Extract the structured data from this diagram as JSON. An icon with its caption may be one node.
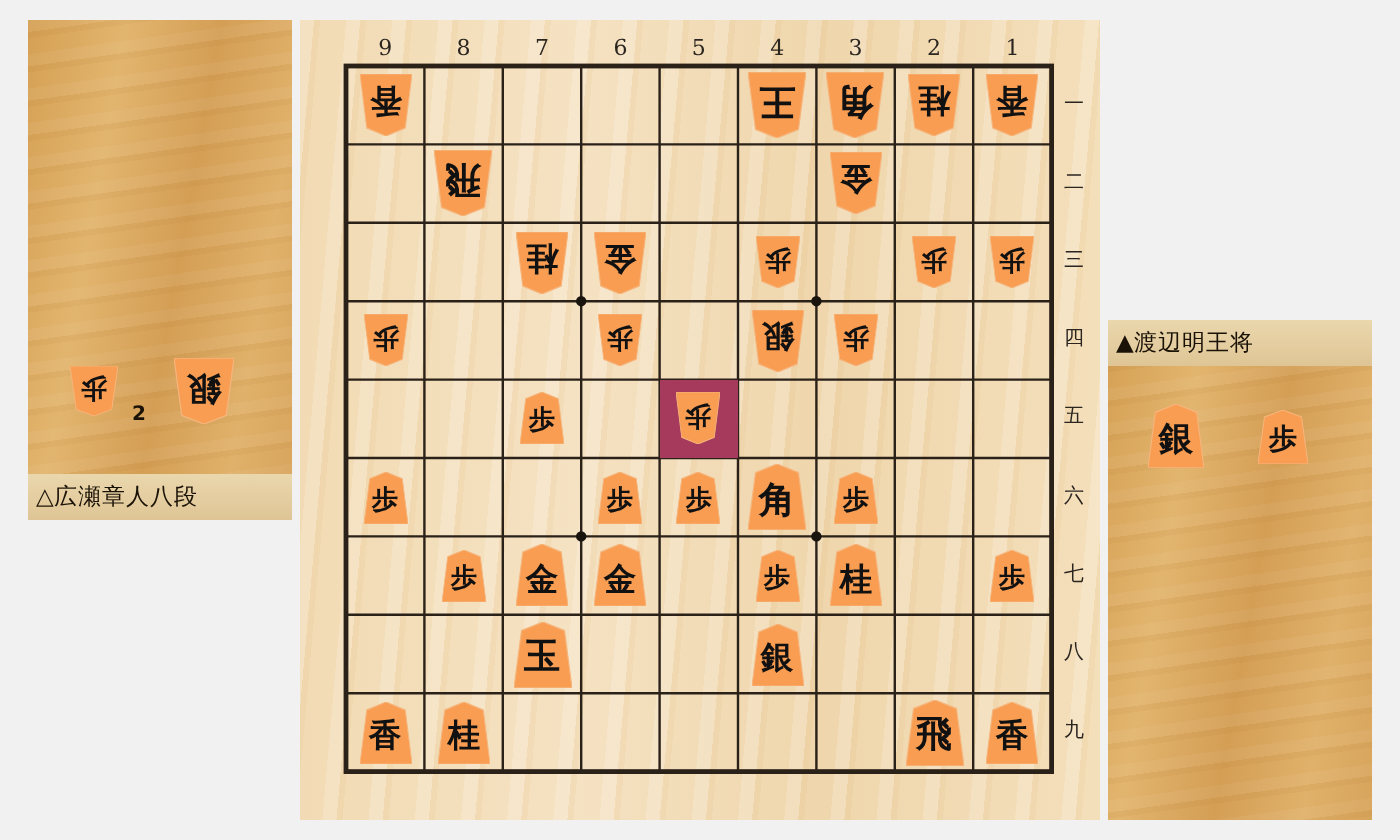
{
  "diagram": {
    "nodes": [
      {
        "text": [
          "△広瀬章人八段"
        ]
      },
      {
        "text": [
          "歩"
        ],
        "in": 0,
        "beside": [
          "2"
        ]
      },
      {
        "text": [
          "銀"
        ],
        "in": 0
      },
      {
        "text": [
          "9",
          "8",
          "7",
          "6",
          "5",
          "4",
          "3",
          "2",
          "1",
          "一",
          "二",
          "三",
          "四",
          "五",
          "六",
          "七",
          "八",
          "九"
        ]
      },
      {
        "text": [
          "香"
        ],
        "in": 3
      },
      {
        "text": [
          "王"
        ],
        "in": 3
      },
      {
        "text": [
          "角"
        ],
        "in": 3
      },
      {
        "text": [
          "桂"
        ],
        "in": 3
      },
      {
        "text": [
          "香"
        ],
        "in": 3
      },
      {
        "text": [
          "飛"
        ],
        "in": 3
      },
      {
        "text": [
          "金"
        ],
        "in": 3
      },
      {
        "text": [
          "桂"
        ],
        "in": 3
      },
      {
        "text": [
          "金"
        ],
        "in": 3
      },
      {
        "text": [
          "歩"
        ],
        "in": 3
      },
      {
        "text": [
          "歩"
        ],
        "in": 3
      },
      {
        "text": [
          "歩"
        ],
        "in": 3
      },
      {
        "text": [
          "歩"
        ],
        "in": 3
      },
      {
        "text": [
          "歩"
        ],
        "in": 3
      },
      {
        "text": [
          "銀"
        ],
        "in": 3
      },
      {
        "text": [
          "歩"
        ],
        "in": 3
      },
      {
        "text": [
          "歩"
        ],
        "in": 3
      },
      {
        "text": [],
        "shape": "box",
        "in": 3
      },
      {
        "text": [
          "歩"
        ],
        "in": 21
      },
      {
        "text": [
          "歩"
        ],
        "in": 3
      },
      {
        "text": [
          "歩"
        ],
        "in": 3
      },
      {
        "text": [
          "歩"
        ],
        "in": 3
      },
      {
        "text": [
          "角"
        ],
        "in": 3
      },
      {
        "text": [
          "歩"
        ],
        "in": 3
      },
      {
        "text": [
          "歩"
        ],
        "in": 3
      },
      {
        "text": [
          "金"
        ],
        "in": 3
      },
      {
        "text": [
          "金"
        ],
        "in": 3
      },
      {
        "text": [
          "歩"
        ],
        "in": 3
      },
      {
        "text": [
          "桂"
        ],
        "in": 3
      },
      {
        "text": [
          "歩"
        ],
        "in": 3
      },
      {
        "text": [
          "玉"
        ],
        "in": 3
      },
      {
        "text": [
          "銀"
        ],
        "in": 3
      },
      {
        "text": [
          "香"
        ],
        "in": 3
      },
      {
        "text": [
          "桂"
        ],
        "in": 3
      },
      {
        "text": [
          "飛"
        ],
        "in": 3
      },
      {
        "text": [
          "香"
        ],
        "in": 3
      },
      {
        "text": [
          "▲渡辺明王将"
        ]
      },
      {
        "text": [
          "銀"
        ],
        "in": 40
      },
      {
        "text": [
          "歩"
        ],
        "in": 40
      }
    ]
  }
}
